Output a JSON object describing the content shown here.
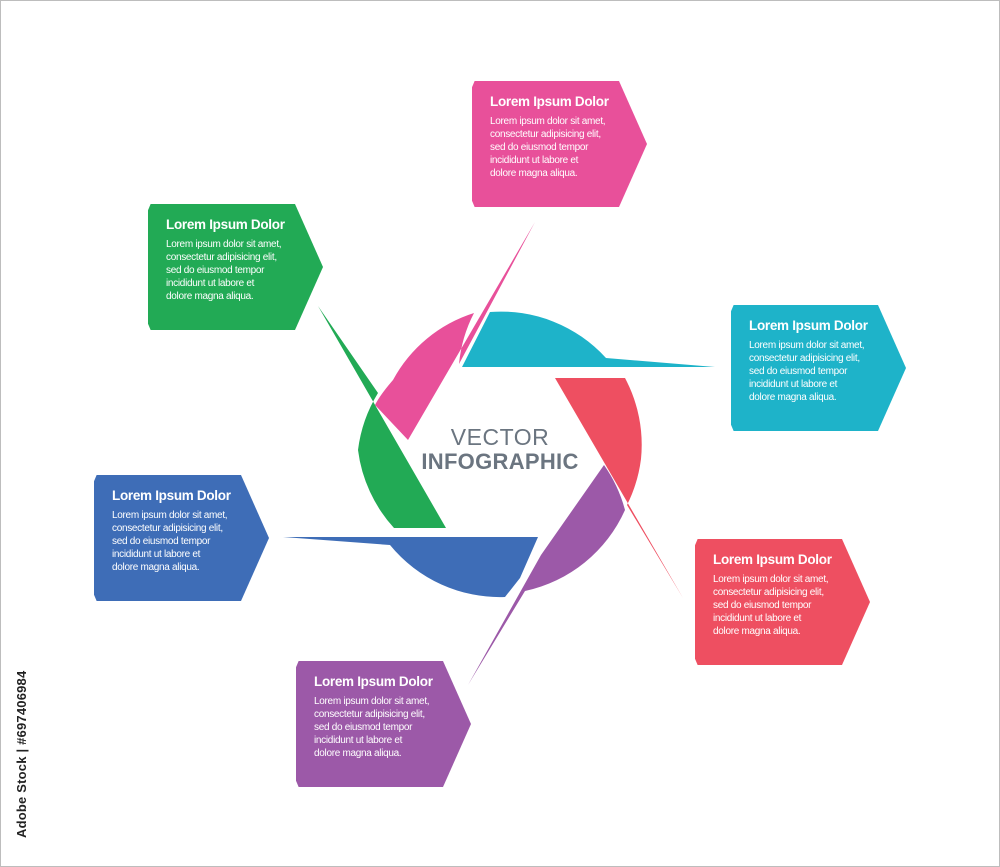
{
  "center": {
    "line1": "VECTOR",
    "line2": "INFOGRAPHIC"
  },
  "colors": {
    "pink": "#e8509a",
    "cyan": "#1eb3c9",
    "red": "#ee4f61",
    "purple": "#9c59a8",
    "blue": "#3e6db7",
    "green": "#22aa55",
    "text_gray": "#6b7580"
  },
  "cards": [
    {
      "id": "pink",
      "color": "#e8509a",
      "title": "Lorem Ipsum Dolor",
      "body": "Lorem ipsum dolor sit amet,\nconsectetur adipisicing elit,\nsed do eiusmod tempor\nincididunt ut labore et\ndolore magna aliqua."
    },
    {
      "id": "cyan",
      "color": "#1eb3c9",
      "title": "Lorem Ipsum Dolor",
      "body": "Lorem ipsum dolor sit amet,\nconsectetur adipisicing elit,\nsed do eiusmod tempor\nincididunt ut labore et\ndolore magna aliqua."
    },
    {
      "id": "red",
      "color": "#ee4f61",
      "title": "Lorem Ipsum Dolor",
      "body": "Lorem ipsum dolor sit amet,\nconsectetur adipisicing elit,\nsed do eiusmod tempor\nincididunt ut labore et\ndolore magna aliqua."
    },
    {
      "id": "purple",
      "color": "#9c59a8",
      "title": "Lorem Ipsum Dolor",
      "body": "Lorem ipsum dolor sit amet,\nconsectetur adipisicing elit,\nsed do eiusmod tempor\nincididunt ut labore et\ndolore magna aliqua."
    },
    {
      "id": "blue",
      "color": "#3e6db7",
      "title": "Lorem Ipsum Dolor",
      "body": "Lorem ipsum dolor sit amet,\nconsectetur adipisicing elit,\nsed do eiusmod tempor\nincididunt ut labore et\ndolore magna aliqua."
    },
    {
      "id": "green",
      "color": "#22aa55",
      "title": "Lorem Ipsum Dolor",
      "body": "Lorem ipsum dolor sit amet,\nconsectetur adipisicing elit,\nsed do eiusmod tempor\nincididunt ut labore et\ndolore magna aliqua."
    }
  ],
  "watermark": {
    "text": "Adobe Stock | #697406984"
  }
}
